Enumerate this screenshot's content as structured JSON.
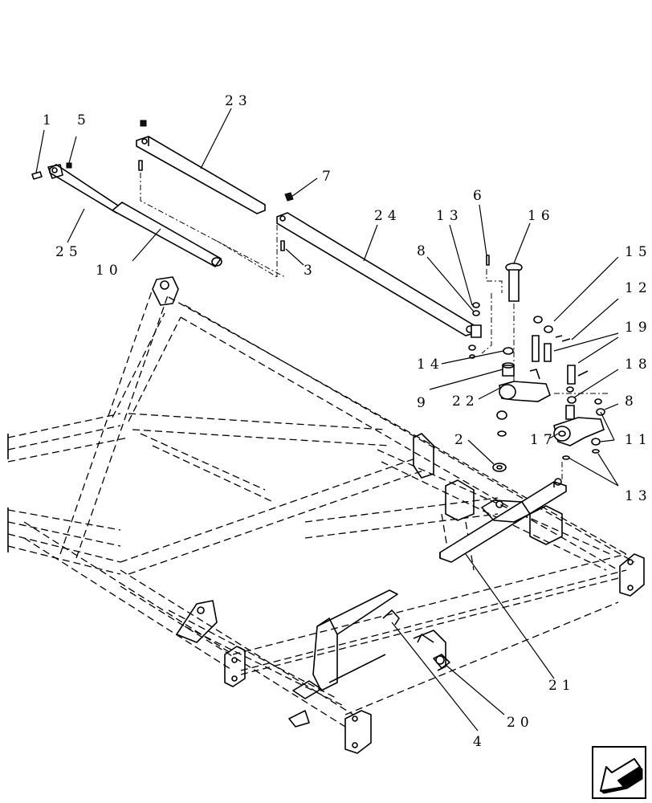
{
  "diagram": {
    "callouts": {
      "c1": "1",
      "c5": "5",
      "c23": "23",
      "c7": "7",
      "c24": "24",
      "c13a": "13",
      "c6": "6",
      "c16": "16",
      "c15": "15",
      "c25": "25",
      "c10": "10",
      "c3": "3",
      "c8a": "8",
      "c12": "12",
      "c19": "19",
      "c14": "14",
      "c18": "18",
      "c9": "9",
      "c22": "22",
      "c8b": "8",
      "c17": "17",
      "c11": "11",
      "c2": "2",
      "c13b": "13",
      "c21": "21",
      "c20": "20",
      "c4": "4"
    },
    "nav_icon": "previous-page-arrow-icon"
  }
}
